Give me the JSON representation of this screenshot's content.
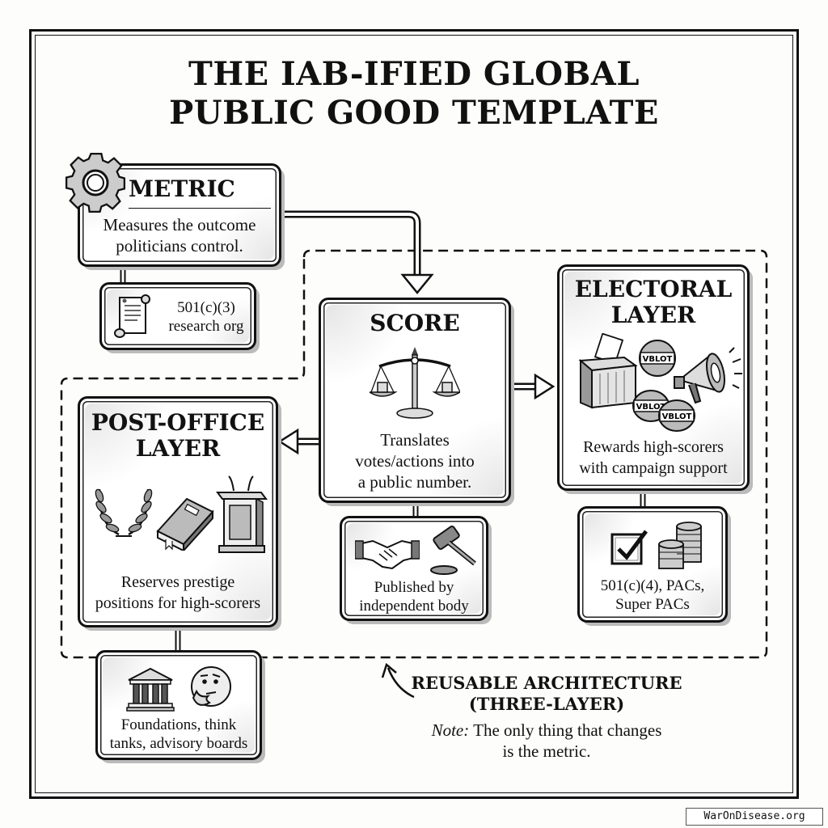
{
  "title": {
    "line1": "THE IAB-IFIED GLOBAL",
    "line2": "PUBLIC GOOD TEMPLATE"
  },
  "metric": {
    "heading": "METRIC",
    "line1": "Measures the outcome",
    "line2": "politicians control.",
    "icon": "gear-icon"
  },
  "metric_org": {
    "line1": "501(c)(3)",
    "line2": "research org",
    "icon": "scroll-icon"
  },
  "score": {
    "heading": "SCORE",
    "line1": "Translates",
    "line2": "votes/actions into",
    "line3": "a public number.",
    "icon": "scales-icon"
  },
  "score_org": {
    "line1": "Published by",
    "line2": "independent body",
    "icons": [
      "handshake-icon",
      "gavel-icon"
    ]
  },
  "electoral": {
    "heading1": "ELECTORAL",
    "heading2": "LAYER",
    "line1": "Rewards high-scorers",
    "line2": "with campaign support",
    "button_text": "VBLOT",
    "icons": [
      "ballot-box-icon",
      "campaign-button-icon",
      "megaphone-icon"
    ]
  },
  "electoral_org": {
    "line1": "501(c)(4), PACs,",
    "line2": "Super PACs",
    "icons": [
      "checkbox-icon",
      "coins-icon"
    ]
  },
  "post_office": {
    "heading1": "POST-OFFICE",
    "heading2": "LAYER",
    "line1": "Reserves prestige",
    "line2": "positions for high-scorers",
    "icons": [
      "laurel-wreath-icon",
      "book-icon",
      "podium-icon"
    ]
  },
  "post_office_org": {
    "line1": "Foundations, think",
    "line2": "tanks, advisory boards",
    "icons": [
      "institution-icon",
      "thinking-face-icon"
    ]
  },
  "annotation": {
    "heading1": "REUSABLE ARCHITECTURE",
    "heading2": "(THREE-LAYER)",
    "note_label": "Note:",
    "note_line1": " The only thing that changes",
    "note_line2": "is the metric."
  },
  "watermark": "WarOnDisease.org"
}
